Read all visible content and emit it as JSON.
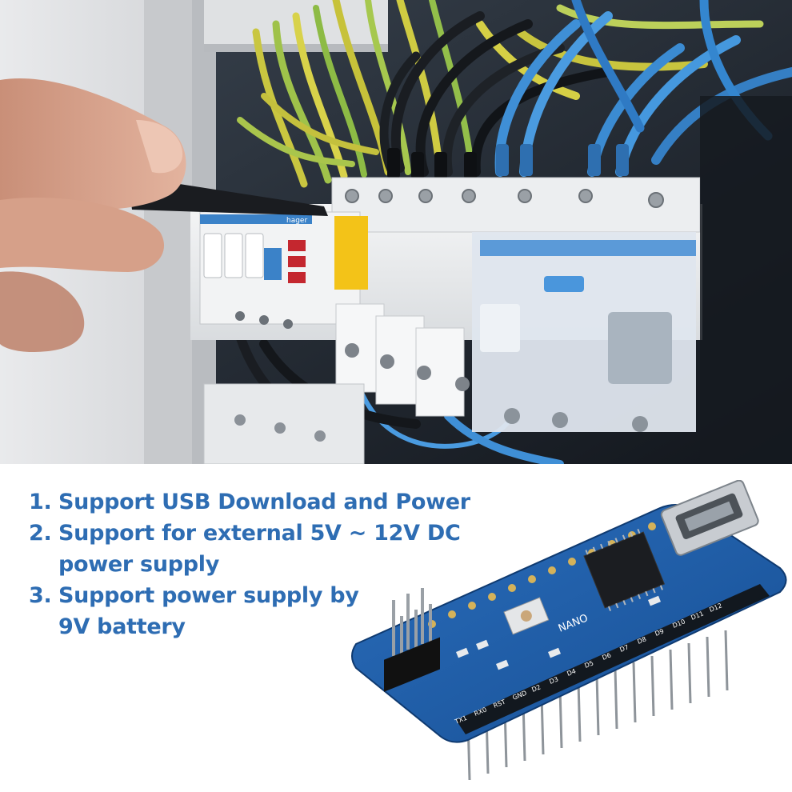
{
  "features": [
    {
      "number": "1.",
      "text": "Support USB Download and Power"
    },
    {
      "number": "2.",
      "text": "Support for external 5V ~ 12V DC power supply"
    },
    {
      "number": "3.",
      "text": "Support power supply by 9V battery"
    }
  ],
  "breaker_brand": "hager",
  "board_name": "NANO",
  "board_pin_labels": [
    "D12",
    "D11",
    "D10",
    "D9",
    "D8",
    "D7",
    "D6",
    "D5",
    "D4",
    "D3",
    "D2",
    "GND",
    "RST",
    "RX0",
    "TX1"
  ],
  "colors": {
    "feature_text": "#2e6db3",
    "pcb": "#1f5fae",
    "background": "#ffffff"
  }
}
